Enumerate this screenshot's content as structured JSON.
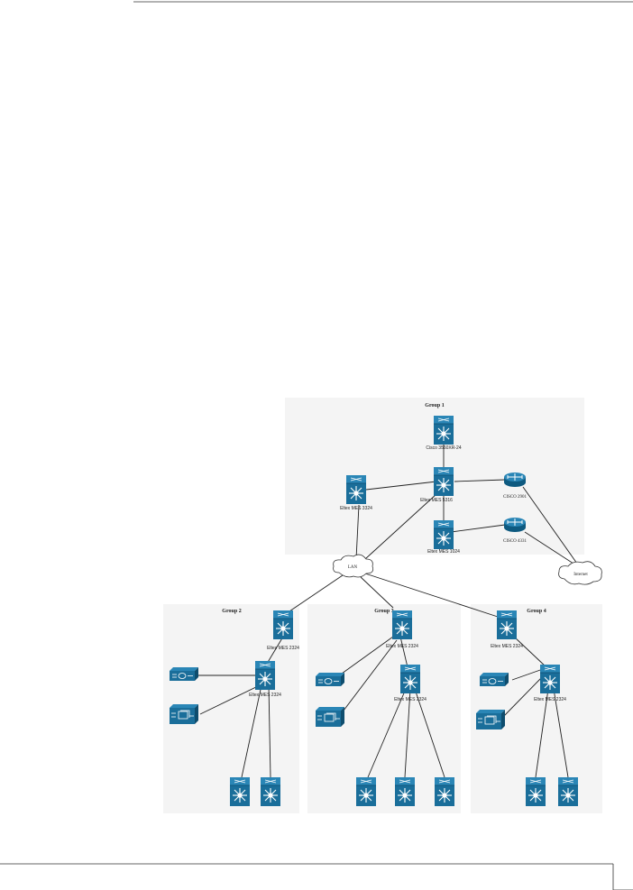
{
  "groups": {
    "g1": "Group 1",
    "g2": "Group 2",
    "g3": "Group 3",
    "g4": "Group 4"
  },
  "devices": {
    "cisco_3560": "Cisco 3560XR-24",
    "eltex_5316": "Eltex MES 5316",
    "eltex_3324": "Eltex MES 3324",
    "eltex_1024": "Eltex MES 1024",
    "cisco_2901": "CISCO 2901",
    "cisco_4331": "CISCO 4331",
    "g2_top": "Eltex MES 2324",
    "g2_mid": "Eltex MES 2324",
    "g3_top": "Eltex MES 2324",
    "g3_mid": "Eltex MES 2324",
    "g4_top": "Eltex MES 2324",
    "g4_mid": "Eltex MES 2324"
  },
  "clouds": {
    "lan": "LAN",
    "internet": "Internet"
  },
  "colors": {
    "device_blue": "#1a6e9a",
    "group_bg": "#f4f4f4",
    "link": "#222222"
  }
}
